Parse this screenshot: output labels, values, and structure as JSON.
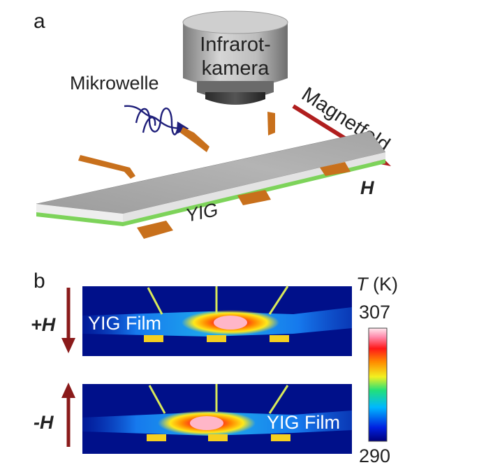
{
  "panel_a": {
    "letter": "a",
    "camera_line1": "Infrarot-",
    "camera_line2": "kamera",
    "microwave": "Mikrowelle",
    "magnetic_field": "Magnetfeld",
    "field_symbol": "H",
    "film_label": "YIG"
  },
  "panel_b": {
    "letter": "b",
    "plus_label": "+H",
    "minus_label": "-H",
    "film_label_top": "YIG Film",
    "film_label_bottom": "YIG Film",
    "colorbar_title_var": "T",
    "colorbar_title_unit": " (K)",
    "colorbar_max": "307",
    "colorbar_min": "290"
  },
  "colors": {
    "contact": "#c8701c",
    "film": "#7dd35a",
    "slab_top": "#a8a8a8",
    "arrow_red": "#b01e1e",
    "wave_blue": "#1f1f7a",
    "thermal_bg": "#00108a"
  }
}
